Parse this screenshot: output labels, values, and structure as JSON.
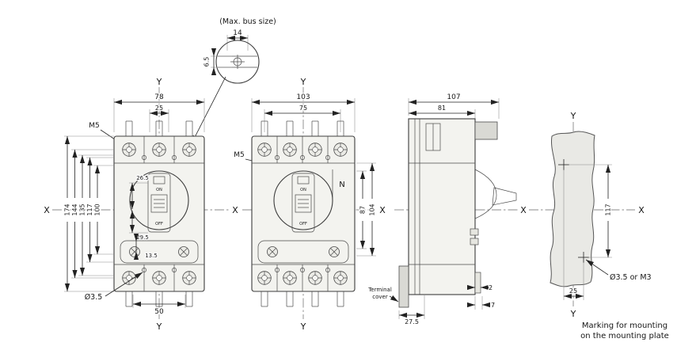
{
  "axes": {
    "x": "X",
    "y": "Y"
  },
  "detail": {
    "label": "(Max. bus size)",
    "width": "14",
    "thickness": "6.5"
  },
  "front3p": {
    "dim_width": "78",
    "dim_window": "25",
    "screw_label": "M5",
    "dim_total_height": "174",
    "dim_h144": "144",
    "dim_h135": "135",
    "dim_h117": "117",
    "dim_h100": "100",
    "dim_26_5": "26.5",
    "dim_29_5": "29.5",
    "dim_13_5": "13.5",
    "hole_label": "Ø3.5",
    "dim_bottom_50": "50",
    "on": "ON",
    "off": "OFF"
  },
  "front4p": {
    "dim_width": "103",
    "dim_pitch": "75",
    "screw_label": "M5",
    "neutral_label": "N",
    "dim_h87": "87",
    "dim_h104": "104",
    "on": "ON",
    "off": "OFF"
  },
  "side": {
    "dim_107": "107",
    "dim_81": "81",
    "terminal_cover": [
      "Terminal",
      "cover"
    ],
    "dim_27_5": "27.5",
    "dim_2": "2",
    "dim_7": "7"
  },
  "plate": {
    "dim_117": "117",
    "dim_25": "25",
    "hole_label": "Ø3.5 or M3",
    "caption": [
      "Marking for mounting",
      "on the mounting plate"
    ]
  }
}
